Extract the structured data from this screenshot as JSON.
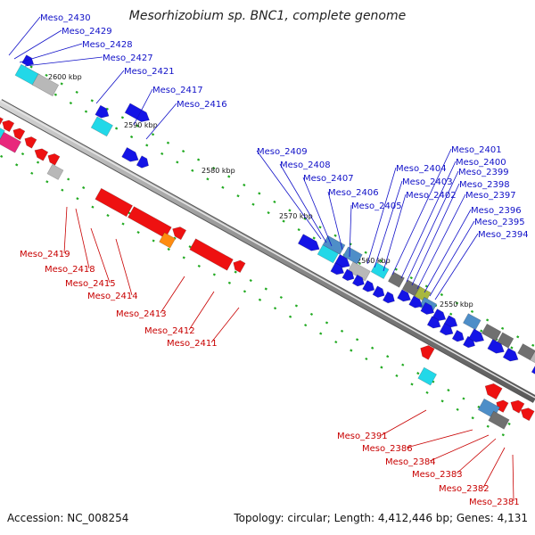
{
  "title": "Mesorhizobium sp. BNC1, complete genome",
  "accession": "Accession: NC_008254",
  "topology": "Topology: circular; Length: 4,412,446 bp; Genes: 4,131",
  "scale_labels": [
    "2600 kbp",
    "2590 kbp",
    "2580 kbp",
    "2570 kbp",
    "2560 kbp",
    "2550 kbp"
  ],
  "blue_labels": [
    "Meso_2430",
    "Meso_2429",
    "Meso_2428",
    "Meso_2427",
    "Meso_2421",
    "Meso_2417",
    "Meso_2416",
    "Meso_2409",
    "Meso_2408",
    "Meso_2407",
    "Meso_2406",
    "Meso_2405",
    "Meso_2404",
    "Meso_2403",
    "Meso_2402",
    "Meso_2401",
    "Meso_2400",
    "Meso_2399",
    "Meso_2398",
    "Meso_2397",
    "Meso_2396",
    "Meso_2395",
    "Meso_2394"
  ],
  "red_labels": [
    "Meso_2419",
    "Meso_2418",
    "Meso_2415",
    "Meso_2414",
    "Meso_2413",
    "Meso_2412",
    "Meso_2411",
    "Meso_2391",
    "Meso_2386",
    "Meso_2384",
    "Meso_2383",
    "Meso_2382",
    "Meso_2381"
  ],
  "colors": {
    "forward": "#1414e6",
    "reverse": "#ee1111",
    "cyan": "#22d8e8",
    "magenta": "#e8287c",
    "gray": "#b8b8b8",
    "darkgray": "#707070",
    "steelblue": "#4e8ec8",
    "orange": "#ff8c10",
    "olive": "#a8b840",
    "tick": "#22aa22"
  }
}
